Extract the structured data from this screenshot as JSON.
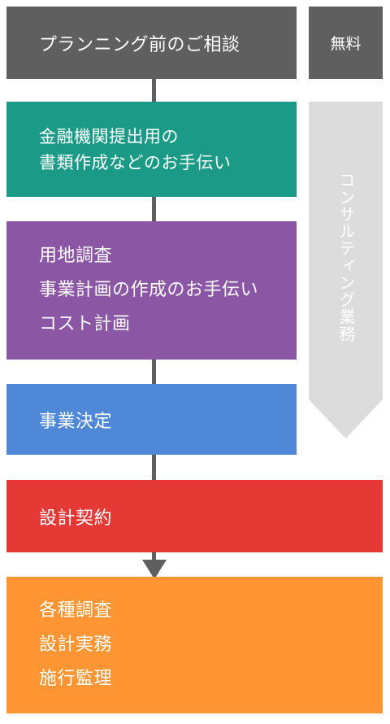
{
  "steps": [
    {
      "lines": [
        "プランニング前のご相談"
      ],
      "color": "#5f5f5f"
    },
    {
      "lines": [
        "金融機関提出用の",
        "書類作成などのお手伝い"
      ],
      "color": "#1b9a87"
    },
    {
      "lines": [
        "用地調査",
        "事業計画の作成のお手伝い",
        "コスト計画"
      ],
      "color": "#8b57a4"
    },
    {
      "lines": [
        "事業決定"
      ],
      "color": "#4f88d6"
    },
    {
      "lines": [
        "設計契約"
      ],
      "color": "#e53935"
    },
    {
      "lines": [
        "各種調査",
        "設計実務",
        "施行監理"
      ],
      "color": "#ff9633"
    }
  ],
  "badge": {
    "label": "無料",
    "color": "#5f5f5f"
  },
  "consulting": {
    "label": "コンサルティング業務",
    "color": "#dcdcdc"
  },
  "connector_color": "#5f5f5f"
}
